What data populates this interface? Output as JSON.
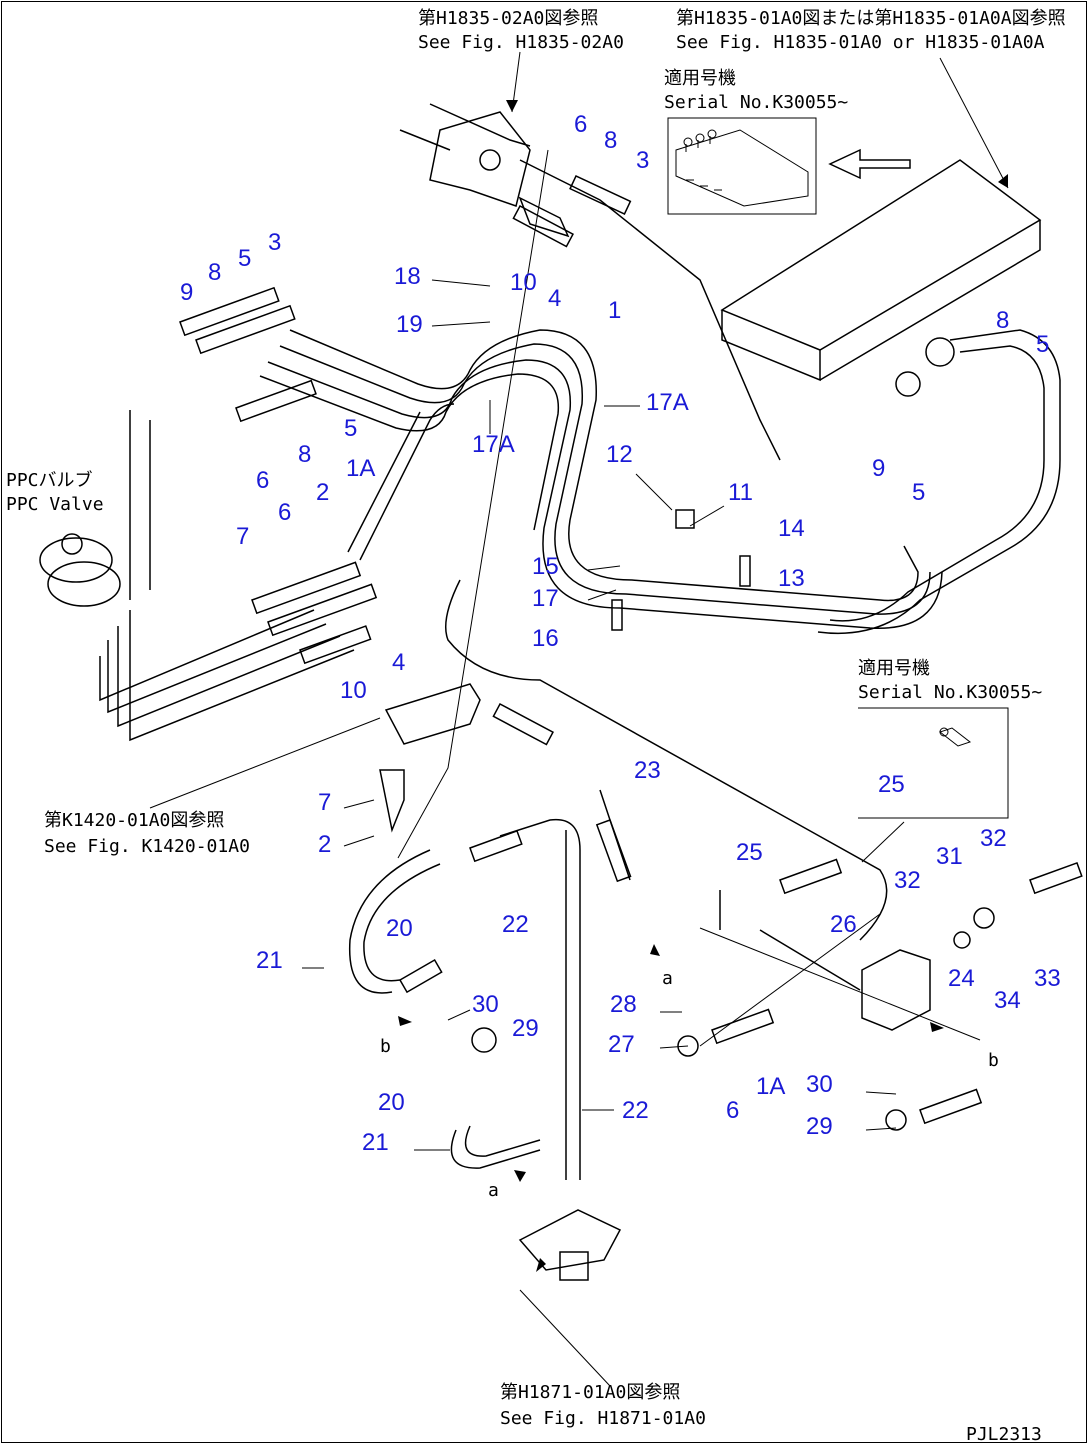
{
  "refs": {
    "top_center_jp": "第H1835-02A0図参照",
    "top_center_en": "See Fig. H1835-02A0",
    "top_right_jp": "第H1835-01A0図または第H1835-01A0A図参照",
    "top_right_en": "See Fig. H1835-01A0 or H1835-01A0A",
    "serial_top_jp": "適用号機",
    "serial_top_en": "Serial No.K30055~",
    "ppc_jp": "PPCバルブ",
    "ppc_en": "PPC Valve",
    "mid_left_jp": "第K1420-01A0図参照",
    "mid_left_en": "See Fig. K1420-01A0",
    "serial_mid_jp": "適用号機",
    "serial_mid_en": "Serial No.K30055~",
    "bottom_jp": "第H1871-01A0図参照",
    "bottom_en": "See Fig. H1871-01A0",
    "code": "PJL2313"
  },
  "callouts": [
    "6",
    "8",
    "3",
    "18",
    "10",
    "4",
    "19",
    "1",
    "3",
    "5",
    "8",
    "9",
    "5",
    "8",
    "6",
    "17A",
    "17A",
    "12",
    "11",
    "14",
    "13",
    "15",
    "17",
    "16",
    "1A",
    "2",
    "7",
    "6",
    "4",
    "10",
    "9",
    "5",
    "8",
    "5",
    "23",
    "25",
    "7",
    "2",
    "25",
    "26",
    "32",
    "31",
    "32",
    "21",
    "20",
    "22",
    "24",
    "33",
    "34",
    "30",
    "29",
    "28",
    "27",
    "20",
    "21",
    "22",
    "30",
    "29",
    "6",
    "1A",
    "a",
    "a",
    "b",
    "b"
  ]
}
